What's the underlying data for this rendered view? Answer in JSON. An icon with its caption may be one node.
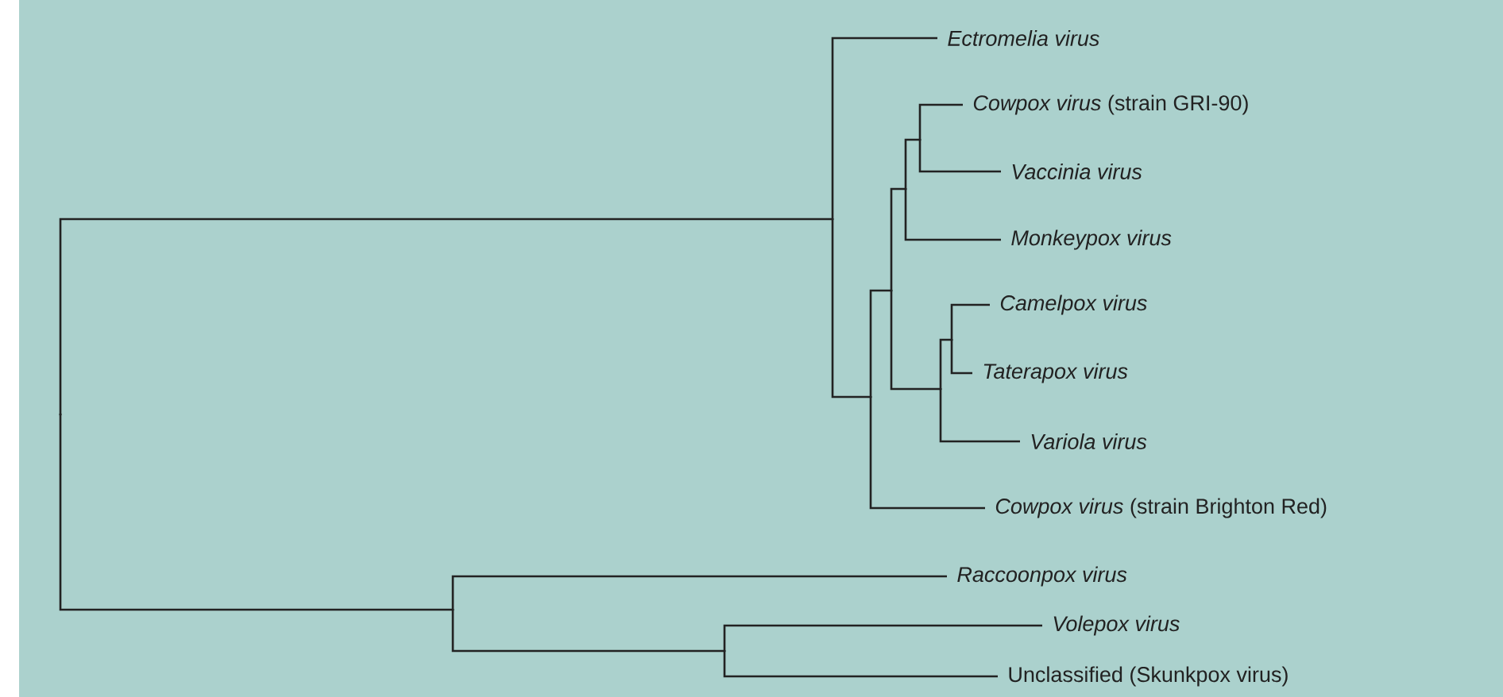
{
  "diagram": {
    "nodes": [
      {
        "text": [
          "Ectromelia virus"
        ]
      },
      {
        "text": [
          "*Cowpox virus* (strain GRI-90)"
        ]
      },
      {
        "text": [
          "Vaccinia virus"
        ]
      },
      {
        "text": [
          "Monkeypox virus"
        ]
      },
      {
        "text": [
          "Camelpox virus"
        ]
      },
      {
        "text": [
          "Taterapox virus"
        ]
      },
      {
        "text": [
          "Variola virus"
        ]
      },
      {
        "text": [
          "*Cowpox virus* (strain Brighton Red)"
        ]
      },
      {
        "text": [
          "Raccoonpox virus"
        ]
      },
      {
        "text": [
          "Volepox virus"
        ]
      },
      {
        "text": [
          "Unclassified (Skunkpox virus)"
        ]
      },
      {
        "text": [],
        "shape": "point"
      },
      {
        "text": [],
        "shape": "point"
      },
      {
        "text": [],
        "shape": "point"
      },
      {
        "text": [],
        "shape": "point"
      },
      {
        "text": [],
        "shape": "point"
      },
      {
        "text": [],
        "shape": "point"
      },
      {
        "text": [],
        "shape": "point"
      },
      {
        "text": [],
        "shape": "point"
      },
      {
        "text": [],
        "shape": "point"
      },
      {
        "text": [],
        "shape": "point"
      }
    ],
    "edges": [
      {
        "from": 11,
        "to": 14,
        "arrow": "none"
      },
      {
        "from": 11,
        "to": 12,
        "arrow": "none"
      },
      {
        "from": 14,
        "to": 0,
        "arrow": "none"
      },
      {
        "from": 14,
        "to": 15,
        "arrow": "none"
      },
      {
        "from": 15,
        "to": 16,
        "arrow": "none"
      },
      {
        "from": 15,
        "to": 7,
        "arrow": "none"
      },
      {
        "from": 16,
        "to": 17,
        "arrow": "none"
      },
      {
        "from": 16,
        "to": 19,
        "arrow": "none"
      },
      {
        "from": 17,
        "to": 18,
        "arrow": "none"
      },
      {
        "from": 17,
        "to": 3,
        "arrow": "none"
      },
      {
        "from": 18,
        "to": 1,
        "arrow": "none"
      },
      {
        "from": 18,
        "to": 2,
        "arrow": "none"
      },
      {
        "from": 19,
        "to": 20,
        "arrow": "none"
      },
      {
        "from": 19,
        "to": 6,
        "arrow": "none"
      },
      {
        "from": 20,
        "to": 4,
        "arrow": "none"
      },
      {
        "from": 20,
        "to": 5,
        "arrow": "none"
      },
      {
        "from": 12,
        "to": 8,
        "arrow": "none"
      },
      {
        "from": 12,
        "to": 13,
        "arrow": "none"
      },
      {
        "from": 13,
        "to": 9,
        "arrow": "none"
      },
      {
        "from": 13,
        "to": 10,
        "arrow": "none"
      }
    ]
  }
}
